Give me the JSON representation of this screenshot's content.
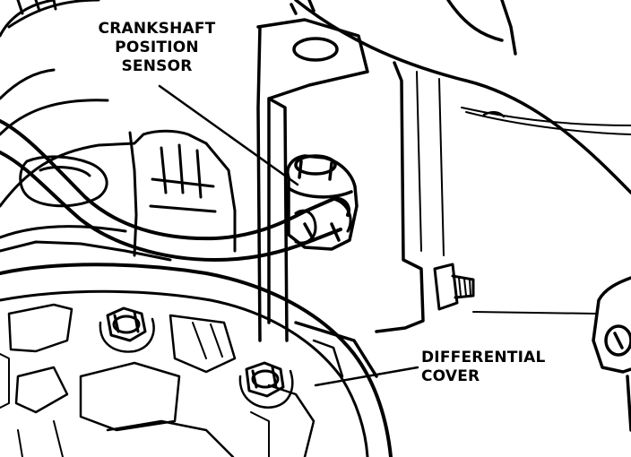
{
  "labels": {
    "crankshaft": [
      "CRANKSHAFT",
      "POSITION",
      "SENSOR"
    ],
    "differential": [
      "DIFFERENTIAL",
      "COVER"
    ]
  },
  "colors": {
    "ink": "#000000",
    "paper": "#ffffff"
  }
}
